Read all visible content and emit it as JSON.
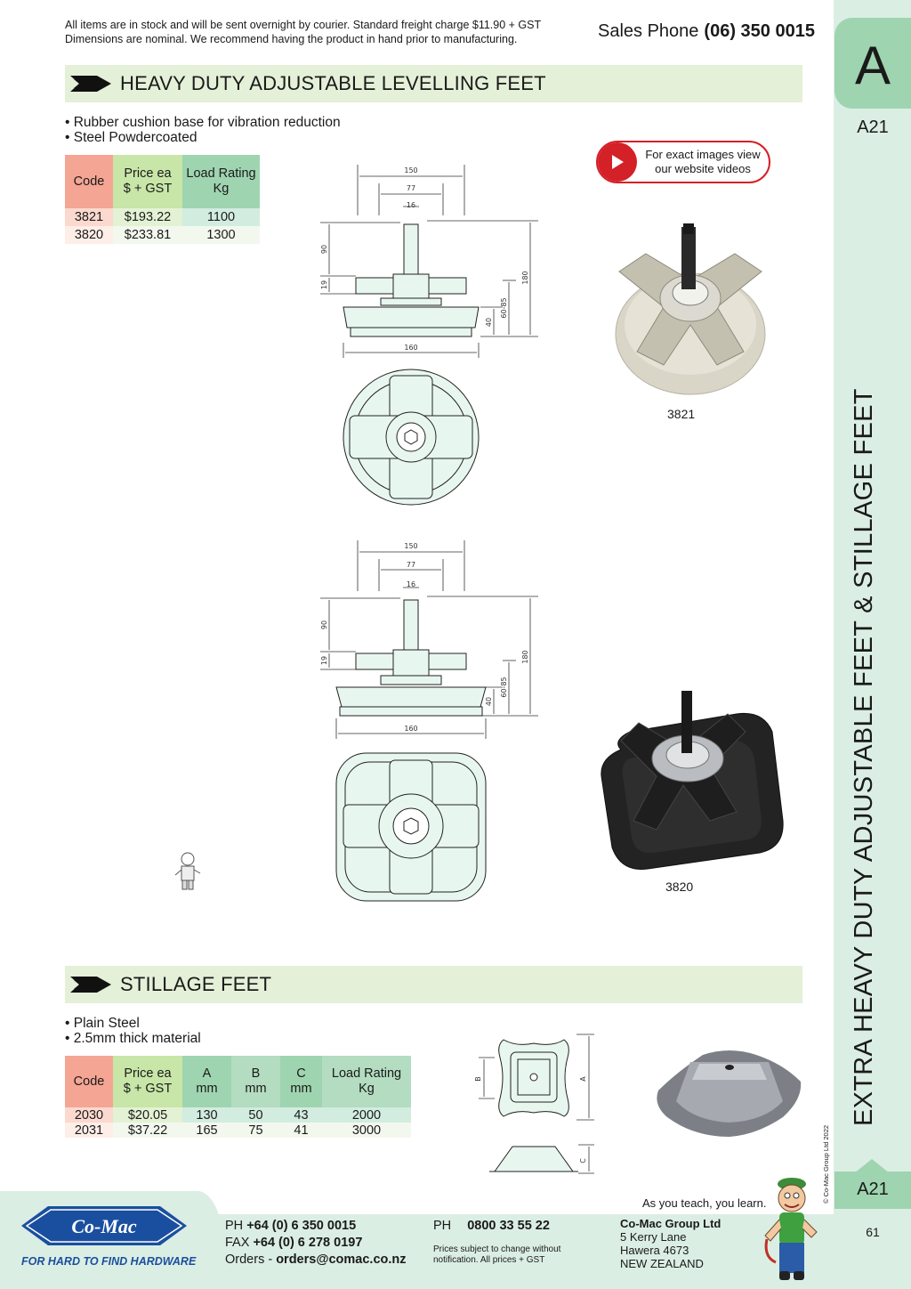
{
  "header": {
    "notice_line1": "All items are in stock and will be sent overnight by courier. Standard freight charge $11.90 + GST",
    "notice_line2": "Dimensions are nominal. We recommend having the product in hand prior to manufacturing.",
    "phone_label": "Sales Phone",
    "phone_number": "(06) 350 0015"
  },
  "side_tab": {
    "letter": "A",
    "page_code": "A21",
    "vertical_title": "EXTRA HEAVY DUTY ADJUSTABLE FEET & STILLAGE FEET",
    "copyright": "© Co-Mac Group Ltd 2022",
    "bottom_code": "A21",
    "page_number": "61"
  },
  "section1": {
    "title": "HEAVY DUTY ADJUSTABLE LEVELLING FEET",
    "bullets": [
      "• Rubber cushion base for vibration reduction",
      "• Steel Powdercoated"
    ],
    "table": {
      "headers": [
        "Code",
        "Price ea\n$ + GST",
        "Load Rating\nKg"
      ],
      "rows": [
        [
          "3821",
          "$193.22",
          "1100"
        ],
        [
          "3820",
          "$233.81",
          "1300"
        ]
      ]
    },
    "video_text": "For exact images view our website videos",
    "drawing_dims": {
      "w150": "150",
      "w77": "77",
      "w16": "16",
      "h90": "90",
      "h19": "19",
      "h40": "40",
      "h6085": "60-85",
      "h180": "180",
      "w160": "160"
    },
    "photo1_caption": "3821",
    "photo2_caption": "3820"
  },
  "section2": {
    "title": "STILLAGE FEET",
    "bullets": [
      "• Plain Steel",
      "• 2.5mm thick material"
    ],
    "table": {
      "headers": [
        "Code",
        "Price ea\n$ + GST",
        "A\nmm",
        "B\nmm",
        "C\nmm",
        "Load Rating\nKg"
      ],
      "rows": [
        [
          "2030",
          "$20.05",
          "130",
          "50",
          "43",
          "2000"
        ],
        [
          "2031",
          "$37.22",
          "165",
          "75",
          "41",
          "3000"
        ]
      ]
    },
    "dim_labels": {
      "a": "A",
      "b": "B",
      "c": "C"
    }
  },
  "footer": {
    "brand": "Co-Mac",
    "slogan": "FOR HARD TO FIND HARDWARE",
    "ph_label": "PH",
    "ph": "+64 (0) 6 350 0015",
    "fax_label": "FAX",
    "fax": "+64 (0) 6 278 0197",
    "orders_label": "Orders -",
    "orders": "orders@comac.co.nz",
    "ph2_label": "PH",
    "ph2": "0800 33 55 22",
    "prices_note_1": "Prices subject to change without",
    "prices_note_2": "notification. All prices + GST",
    "company": "Co-Mac Group Ltd",
    "addr1": "5 Kerry Lane",
    "addr2": "Hawera 4673",
    "addr3": "NEW ZEALAND",
    "teach": "As you teach, you learn."
  },
  "colors": {
    "band": "#e4f0d8",
    "sidebar": "#dbeee3",
    "tab": "#9fd4b0",
    "video_red": "#d42027",
    "brand_blue": "#1a4fa0"
  }
}
